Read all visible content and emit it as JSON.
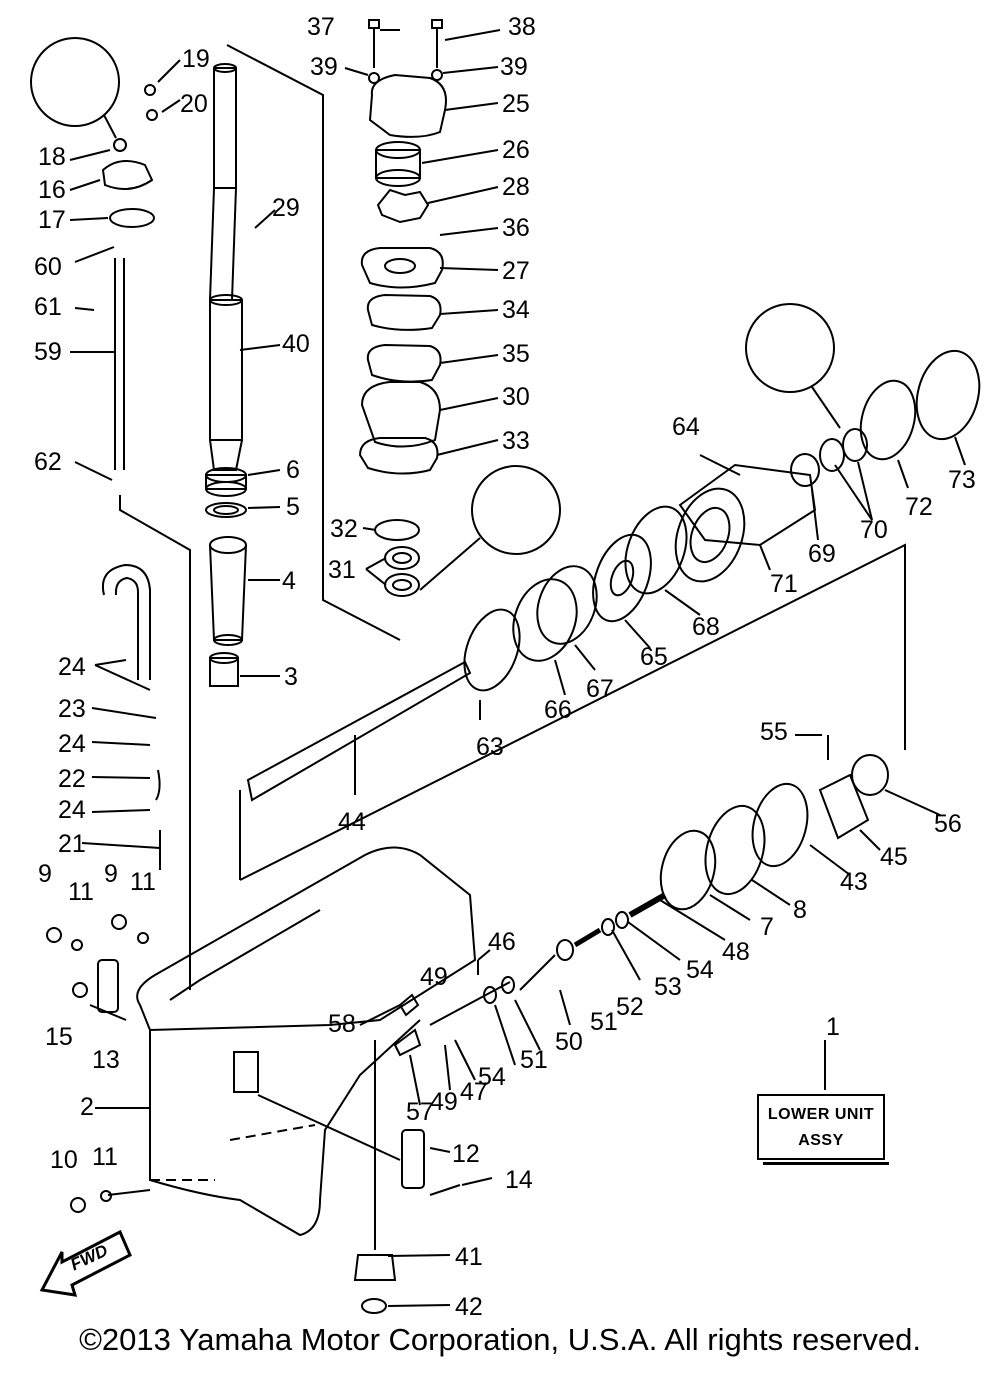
{
  "diagram": {
    "copyright": "©2013 Yamaha Motor Corporation, U.S.A. All rights reserved.",
    "assembly_box": {
      "line1": "LOWER UNIT",
      "line2": "ASSY"
    },
    "fwd_label": "FWD",
    "callouts": [
      {
        "id": "c1",
        "text": "1"
      },
      {
        "id": "c2",
        "text": "2"
      },
      {
        "id": "c3",
        "text": "3"
      },
      {
        "id": "c4",
        "text": "4"
      },
      {
        "id": "c5",
        "text": "5"
      },
      {
        "id": "c6",
        "text": "6"
      },
      {
        "id": "c7",
        "text": "7"
      },
      {
        "id": "c8",
        "text": "8"
      },
      {
        "id": "c9a",
        "text": "9"
      },
      {
        "id": "c9b",
        "text": "9"
      },
      {
        "id": "c10",
        "text": "10"
      },
      {
        "id": "c11a",
        "text": "11"
      },
      {
        "id": "c11b",
        "text": "11"
      },
      {
        "id": "c11c",
        "text": "11"
      },
      {
        "id": "c12",
        "text": "12"
      },
      {
        "id": "c13",
        "text": "13"
      },
      {
        "id": "c14",
        "text": "14"
      },
      {
        "id": "c15",
        "text": "15"
      },
      {
        "id": "c16",
        "text": "16"
      },
      {
        "id": "c17",
        "text": "17"
      },
      {
        "id": "c18",
        "text": "18"
      },
      {
        "id": "c19",
        "text": "19"
      },
      {
        "id": "c20",
        "text": "20"
      },
      {
        "id": "c21",
        "text": "21"
      },
      {
        "id": "c22",
        "text": "22"
      },
      {
        "id": "c23",
        "text": "23"
      },
      {
        "id": "c24a",
        "text": "24"
      },
      {
        "id": "c24b",
        "text": "24"
      },
      {
        "id": "c24c",
        "text": "24"
      },
      {
        "id": "c25",
        "text": "25"
      },
      {
        "id": "c26",
        "text": "26"
      },
      {
        "id": "c27",
        "text": "27"
      },
      {
        "id": "c28",
        "text": "28"
      },
      {
        "id": "c29",
        "text": "29"
      },
      {
        "id": "c30",
        "text": "30"
      },
      {
        "id": "c31",
        "text": "31"
      },
      {
        "id": "c32",
        "text": "32"
      },
      {
        "id": "c33",
        "text": "33"
      },
      {
        "id": "c34",
        "text": "34"
      },
      {
        "id": "c35",
        "text": "35"
      },
      {
        "id": "c36",
        "text": "36"
      },
      {
        "id": "c37",
        "text": "37"
      },
      {
        "id": "c38",
        "text": "38"
      },
      {
        "id": "c39a",
        "text": "39"
      },
      {
        "id": "c39b",
        "text": "39"
      },
      {
        "id": "c40",
        "text": "40"
      },
      {
        "id": "c41",
        "text": "41"
      },
      {
        "id": "c42",
        "text": "42"
      },
      {
        "id": "c43",
        "text": "43"
      },
      {
        "id": "c44",
        "text": "44"
      },
      {
        "id": "c45",
        "text": "45"
      },
      {
        "id": "c46",
        "text": "46"
      },
      {
        "id": "c47",
        "text": "47"
      },
      {
        "id": "c48",
        "text": "48"
      },
      {
        "id": "c49a",
        "text": "49"
      },
      {
        "id": "c49b",
        "text": "49"
      },
      {
        "id": "c50",
        "text": "50"
      },
      {
        "id": "c51a",
        "text": "51"
      },
      {
        "id": "c51b",
        "text": "51"
      },
      {
        "id": "c52",
        "text": "52"
      },
      {
        "id": "c53",
        "text": "53"
      },
      {
        "id": "c54a",
        "text": "54"
      },
      {
        "id": "c54b",
        "text": "54"
      },
      {
        "id": "c55",
        "text": "55"
      },
      {
        "id": "c56",
        "text": "56"
      },
      {
        "id": "c57",
        "text": "57"
      },
      {
        "id": "c58",
        "text": "58"
      },
      {
        "id": "c59",
        "text": "59"
      },
      {
        "id": "c60",
        "text": "60"
      },
      {
        "id": "c61",
        "text": "61"
      },
      {
        "id": "c62",
        "text": "62"
      },
      {
        "id": "c63",
        "text": "63"
      },
      {
        "id": "c64",
        "text": "64"
      },
      {
        "id": "c65",
        "text": "65"
      },
      {
        "id": "c66",
        "text": "66"
      },
      {
        "id": "c67",
        "text": "67"
      },
      {
        "id": "c68",
        "text": "68"
      },
      {
        "id": "c69",
        "text": "69"
      },
      {
        "id": "c70",
        "text": "70"
      },
      {
        "id": "c71",
        "text": "71"
      },
      {
        "id": "c72",
        "text": "72"
      },
      {
        "id": "c73",
        "text": "73"
      }
    ]
  }
}
